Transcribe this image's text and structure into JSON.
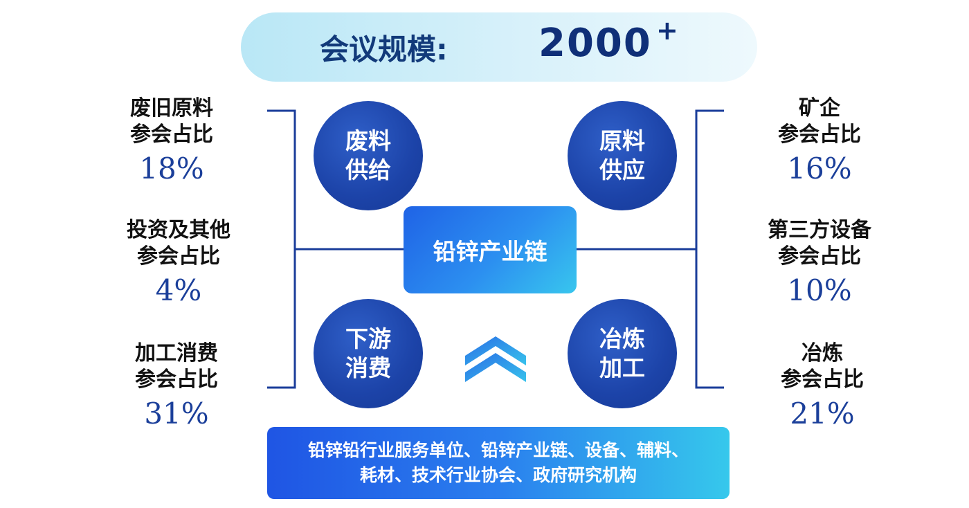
{
  "banner": {
    "label": "会议规模:",
    "value": "2000",
    "suffix": "+"
  },
  "left_stats": [
    {
      "line1": "废旧原料",
      "line2": "参会占比",
      "percent": "18%"
    },
    {
      "line1": "投资及其他",
      "line2": "参会占比",
      "percent": "4%"
    },
    {
      "line1": "加工消费",
      "line2": "参会占比",
      "percent": "31%"
    }
  ],
  "right_stats": [
    {
      "line1": "矿企",
      "line2": "参会占比",
      "percent": "16%"
    },
    {
      "line1": "第三方设备",
      "line2": "参会占比",
      "percent": "10%"
    },
    {
      "line1": "冶炼",
      "line2": "参会占比",
      "percent": "21%"
    }
  ],
  "circles": {
    "top_left": {
      "line1": "废料",
      "line2": "供给"
    },
    "top_right": {
      "line1": "原料",
      "line2": "供应"
    },
    "bottom_left": {
      "line1": "下游",
      "line2": "消费"
    },
    "bottom_right": {
      "line1": "冶炼",
      "line2": "加工"
    }
  },
  "center": {
    "label": "铅锌产业链"
  },
  "bottom": {
    "line1": "铅锌铅行业服务单位、铅锌产业链、设备、辅料、",
    "line2": "耗材、技术行业协会、政府研究机构"
  },
  "colors": {
    "navy": "#1c43a8",
    "line": "#1a3d9a",
    "percent": "#1b3f9a"
  }
}
